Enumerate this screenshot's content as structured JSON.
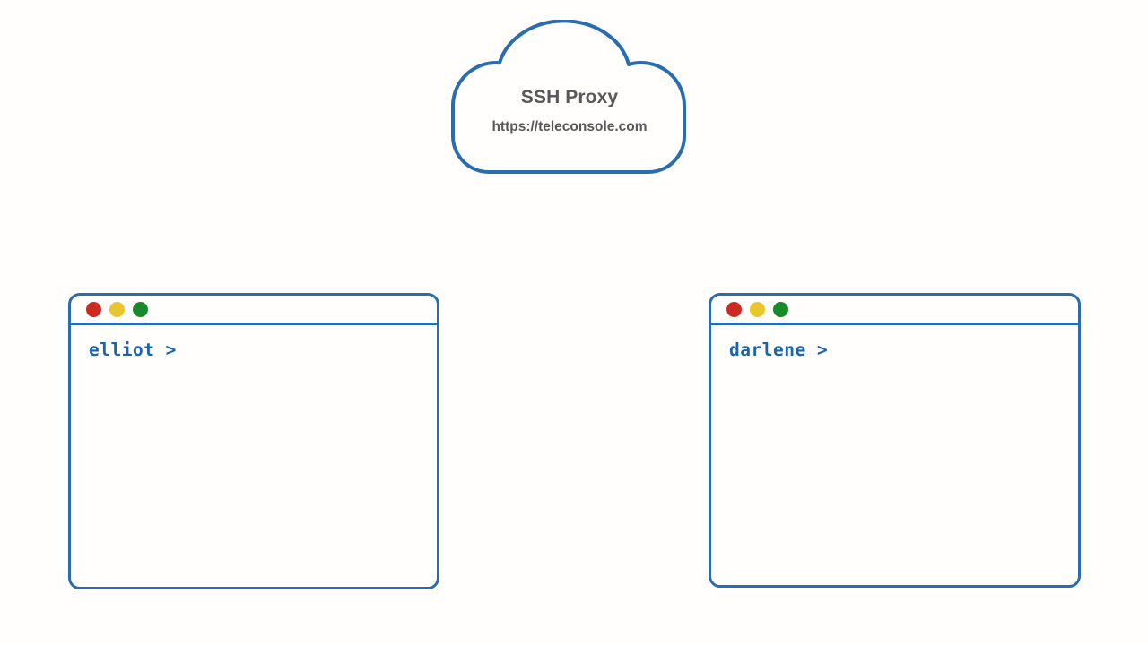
{
  "diagram": {
    "background_color": "#fffefc",
    "accent_color": "#2a6cb0",
    "cloud": {
      "name": "ssh-proxy-cloud",
      "title": "SSH Proxy",
      "subtitle": "https://teleconsole.com",
      "stroke_color": "#2a6cb0",
      "text_color": "#58585a"
    },
    "terminals": [
      {
        "name": "elliot-terminal",
        "position": "left",
        "prompt": "elliot >",
        "prompt_color": "#1a63ad",
        "traffic_lights": [
          {
            "name": "close-dot",
            "color": "#cc2b22"
          },
          {
            "name": "minimize-dot",
            "color": "#e7c72d"
          },
          {
            "name": "maximize-dot",
            "color": "#188a2c"
          }
        ]
      },
      {
        "name": "darlene-terminal",
        "position": "right",
        "prompt": "darlene >",
        "prompt_color": "#1a63ad",
        "traffic_lights": [
          {
            "name": "close-dot",
            "color": "#cc2b22"
          },
          {
            "name": "minimize-dot",
            "color": "#e7c72d"
          },
          {
            "name": "maximize-dot",
            "color": "#188a2c"
          }
        ]
      }
    ]
  }
}
